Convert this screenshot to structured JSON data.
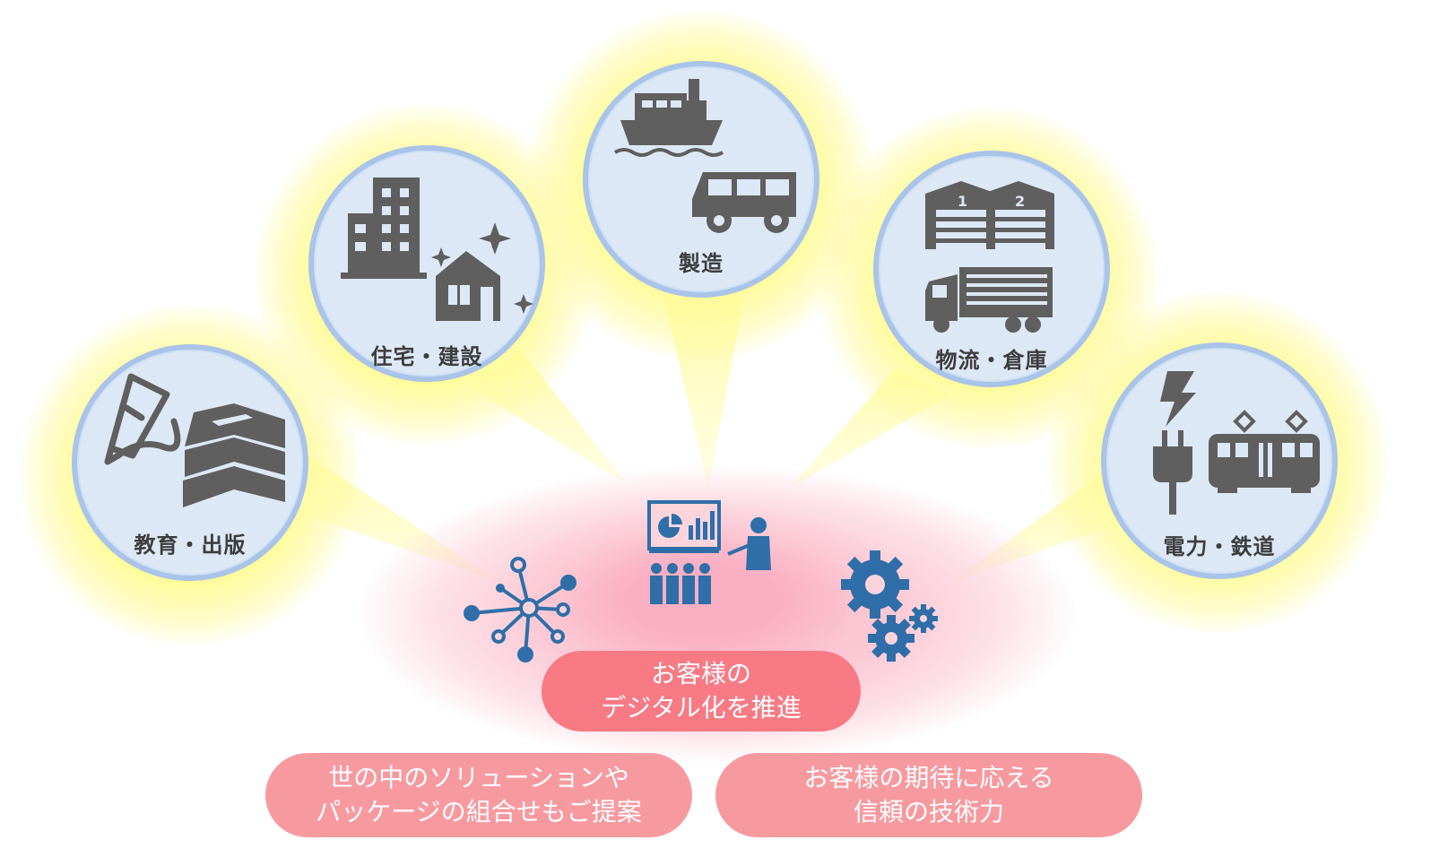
{
  "industries": [
    {
      "label": "教育・出版",
      "icons": [
        "pencil-icon",
        "books-icon"
      ]
    },
    {
      "label": "住宅・建設",
      "icons": [
        "building-icon",
        "house-icon",
        "sparkle-icon"
      ]
    },
    {
      "label": "製造",
      "icons": [
        "ship-icon",
        "van-icon"
      ]
    },
    {
      "label": "物流・倉庫",
      "icons": [
        "warehouse-icon",
        "truck-icon"
      ]
    },
    {
      "label": "電力・鉄道",
      "icons": [
        "lightning-icon",
        "plug-icon",
        "train-icon"
      ]
    }
  ],
  "warehouse_numbers": [
    "1",
    "2"
  ],
  "center_icons": [
    "network-icon",
    "presentation-icon",
    "gears-icon"
  ],
  "pills": {
    "digital": {
      "line1": "お客様の",
      "line2": "デジタル化を推進"
    },
    "solutions": {
      "line1": "世の中のソリューションや",
      "line2": "パッケージの組合せもご提案"
    },
    "technology": {
      "line1": "お客様の期待に応える",
      "line2": "信頼の技術力"
    }
  },
  "colors": {
    "circle_fill": "#dde8f6",
    "circle_border": "#a9c4e8",
    "icon_gray": "#5f5f5f",
    "icon_blue": "#2f6ea8",
    "pill_dark": "#f77a85",
    "pill_light": "#f79aa0",
    "glow": "#fffb96"
  }
}
